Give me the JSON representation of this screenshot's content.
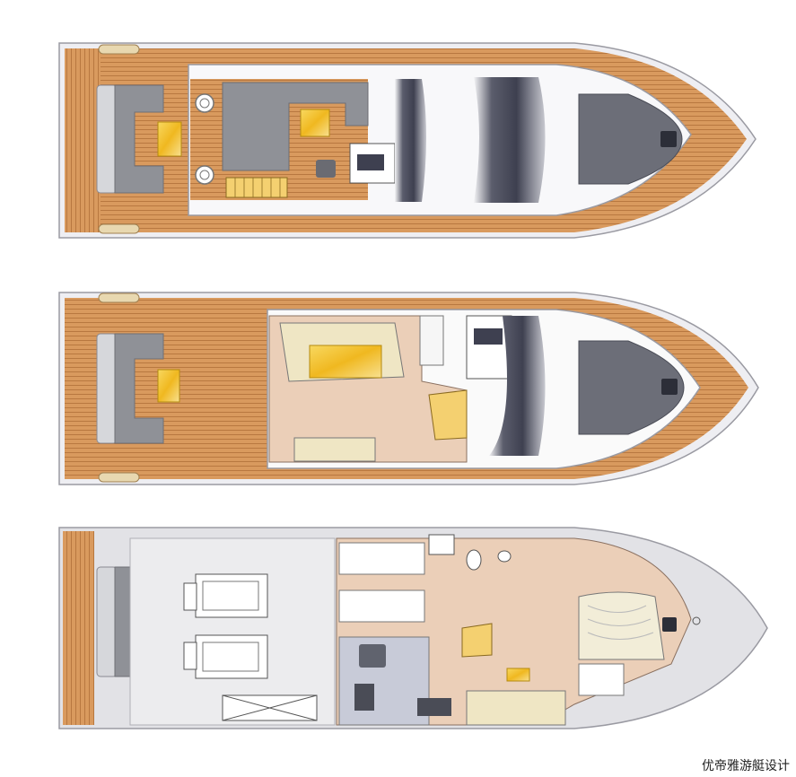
{
  "caption": "优帝雅游艇设计",
  "colors": {
    "teak": "#d99a5e",
    "teak_line": "#b07038",
    "hull_rail": "#e8e8ec",
    "grey_pad": "#8f9197",
    "glass_dark": "#4a4c5c",
    "yellow": "#f2c230",
    "beige": "#ebcfb8",
    "engine_room": "#ececee",
    "cream": "#efe6c4"
  },
  "views": [
    {
      "level": "flybridge"
    },
    {
      "level": "main-deck"
    },
    {
      "level": "lower-deck"
    }
  ]
}
